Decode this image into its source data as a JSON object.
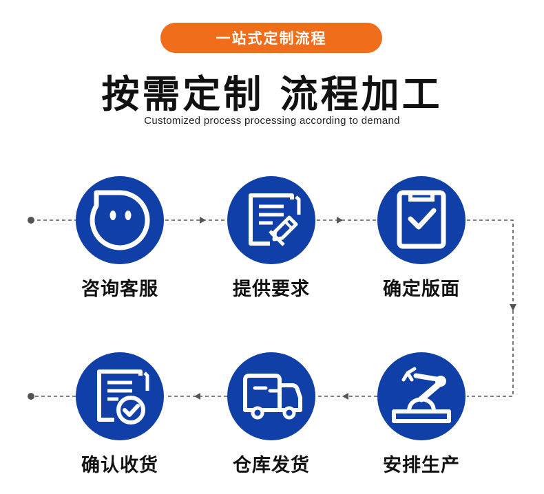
{
  "badge": "一站式定制流程",
  "title": "按需定制 流程加工",
  "subtitle": "Customized process processing according to demand",
  "steps": [
    {
      "label": "咨询客服",
      "icon": "chat-bubble-face-icon"
    },
    {
      "label": "提供要求",
      "icon": "document-pencil-icon"
    },
    {
      "label": "确定版面",
      "icon": "clipboard-check-icon"
    },
    {
      "label": "安排生产",
      "icon": "robot-arm-icon"
    },
    {
      "label": "仓库发货",
      "icon": "delivery-truck-icon"
    },
    {
      "label": "确认收货",
      "icon": "document-check-icon"
    }
  ],
  "colors": {
    "accent": "#f06d1c",
    "circle": "#0f3fa7",
    "connector": "#555555"
  }
}
